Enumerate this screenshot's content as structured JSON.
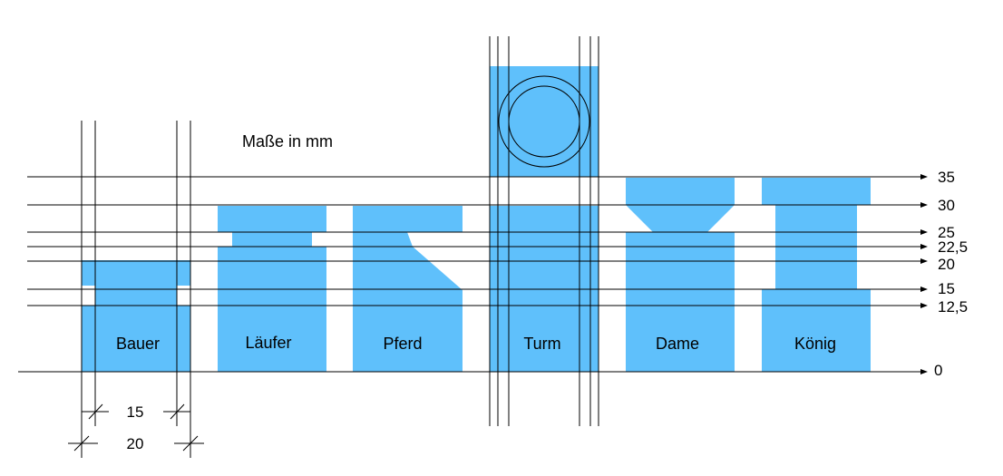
{
  "note": "Maße in mm",
  "levels": [
    {
      "value": 0,
      "label": "0"
    },
    {
      "value": 12.5,
      "label": "12,5"
    },
    {
      "value": 15,
      "label": "15"
    },
    {
      "value": 20,
      "label": "20"
    },
    {
      "value": 22.5,
      "label": "22,5"
    },
    {
      "value": 25,
      "label": "25"
    },
    {
      "value": 30,
      "label": "30"
    },
    {
      "value": 35,
      "label": "35"
    }
  ],
  "pieces": {
    "bauer": "Bauer",
    "laeufer": "Läufer",
    "pferd": "Pferd",
    "turm": "Turm",
    "dame": "Dame",
    "koenig": "König"
  },
  "dimensions": {
    "inner": "15",
    "outer": "20"
  },
  "colors": {
    "piece_fill": "#5fc0fb",
    "line": "#000000"
  }
}
